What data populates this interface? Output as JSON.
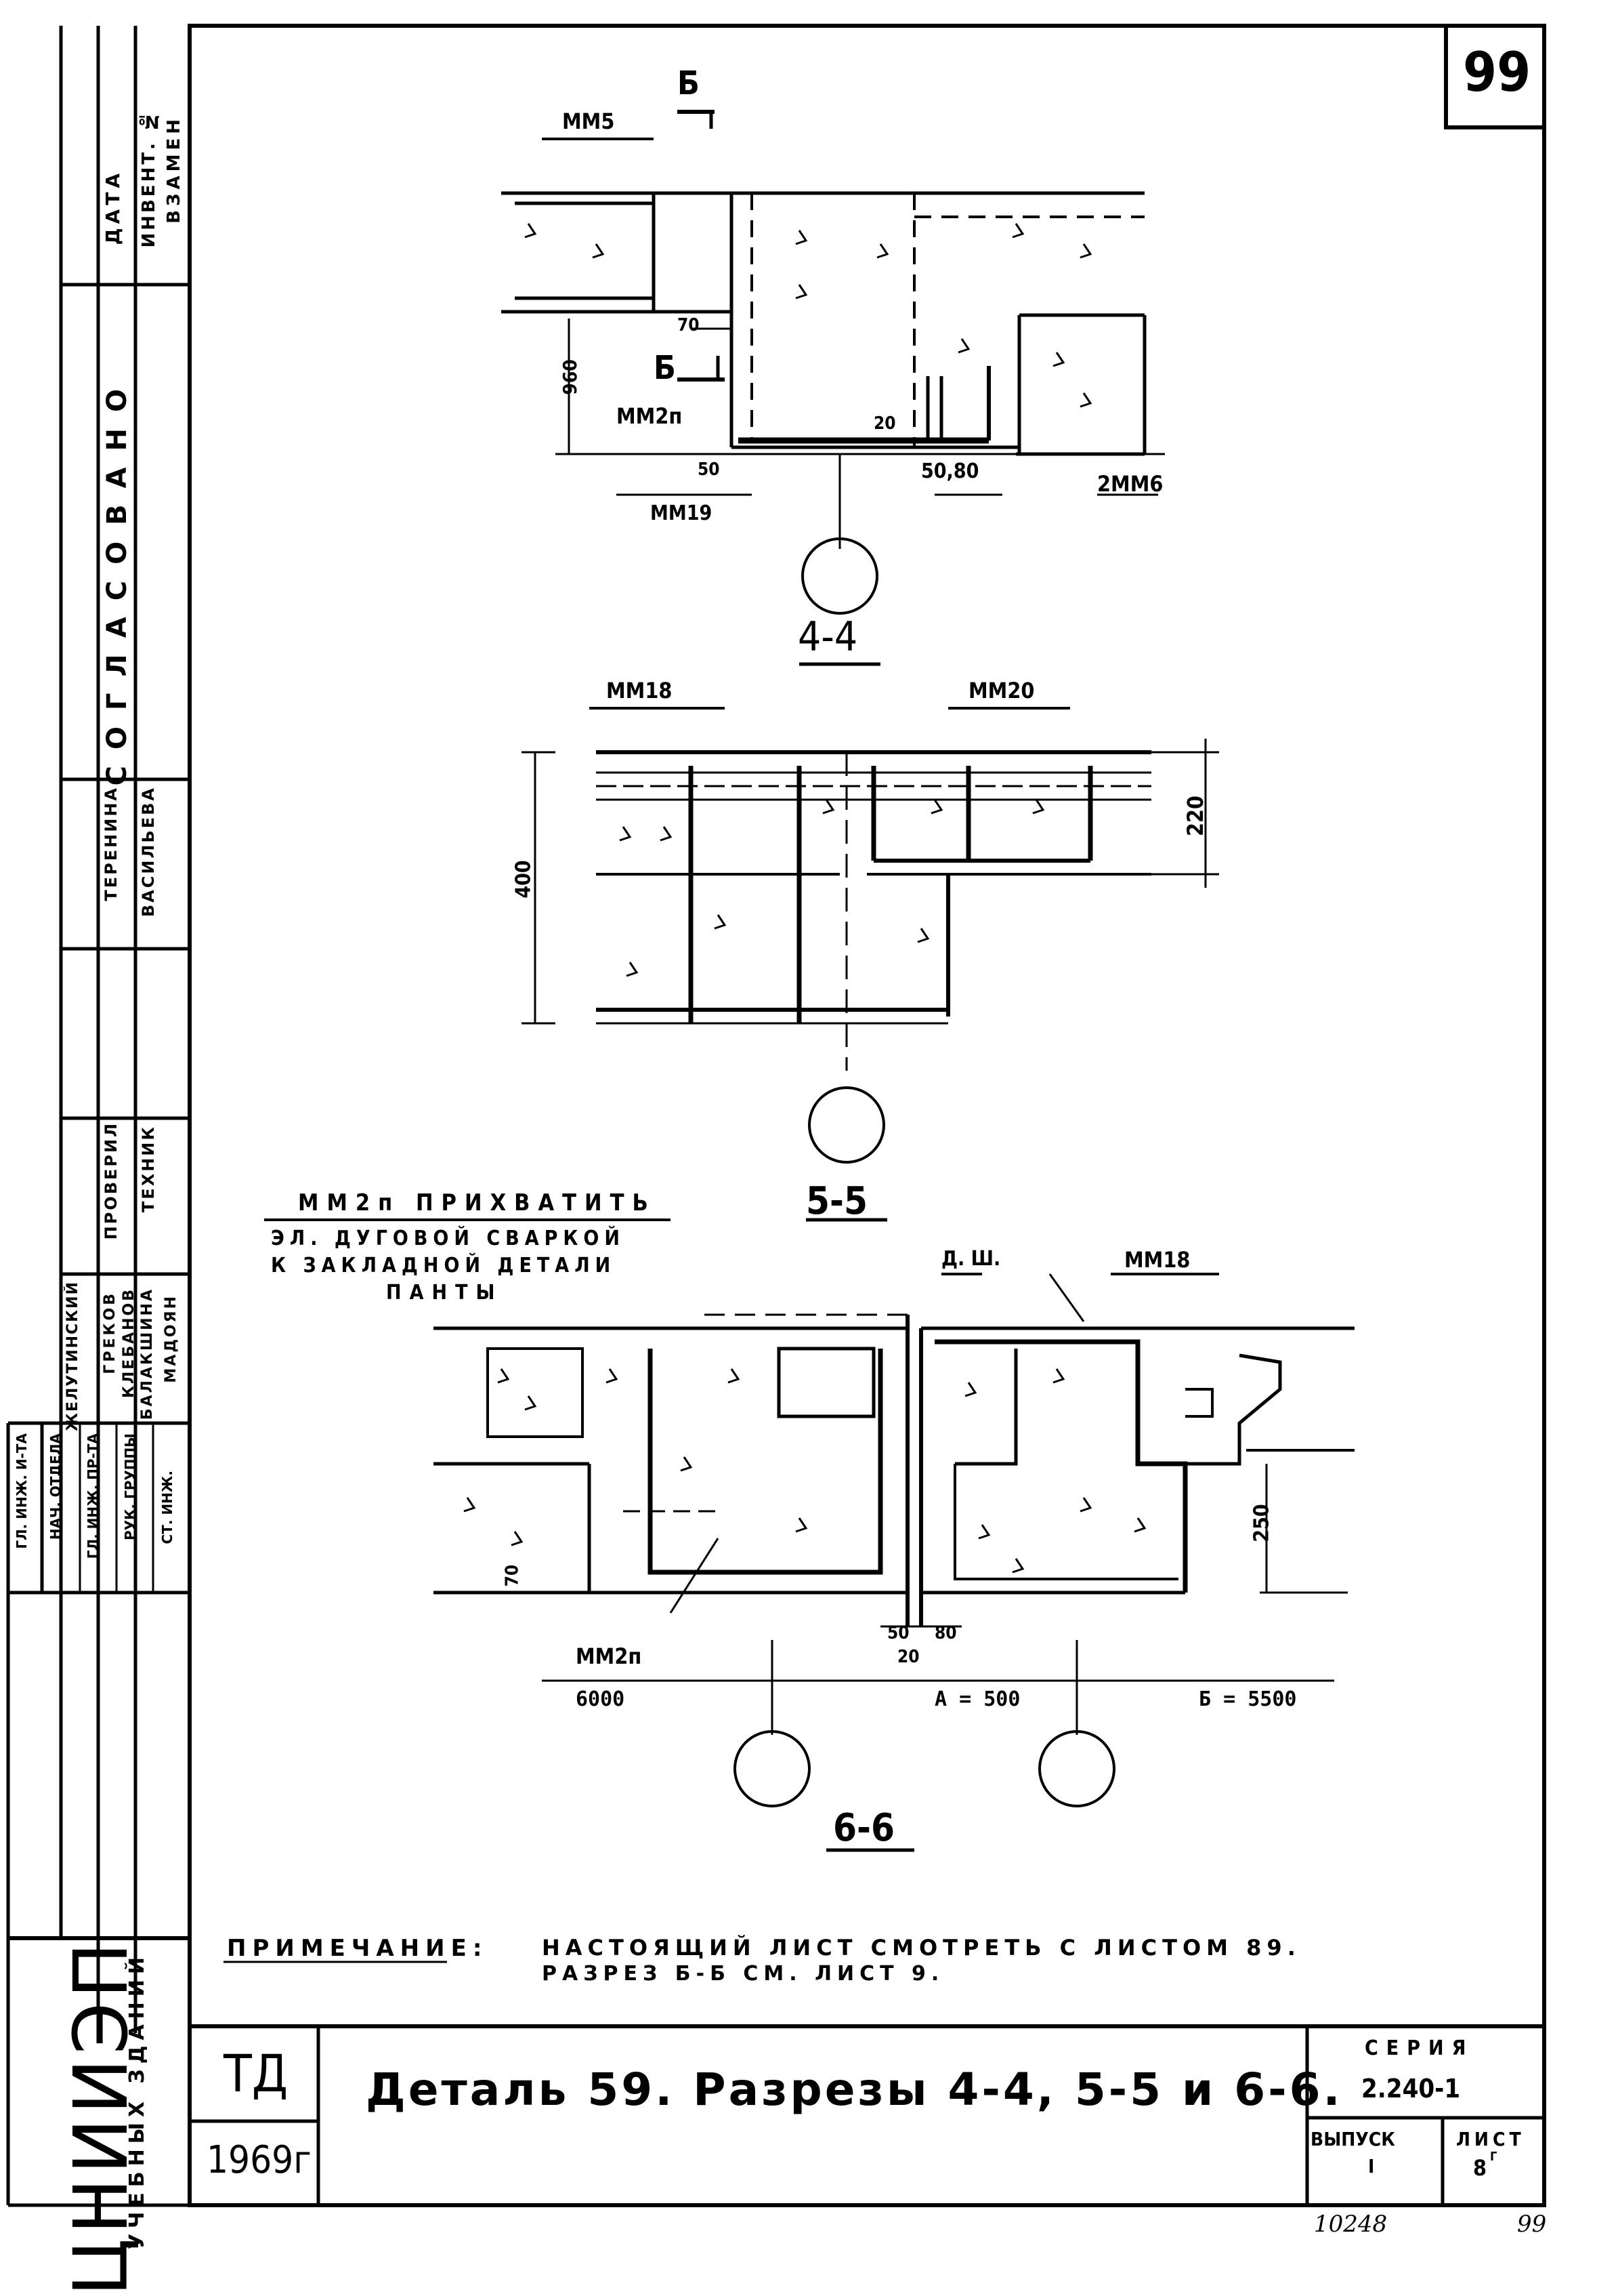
{
  "sheet_number": "99",
  "stamp": {
    "org": "ЦНИИЭП",
    "org_sub": "УЧЕБНЫХ ЗДАНИЙ",
    "code": "ТД",
    "year": "1969г",
    "title": "Деталь 59. Разрезы 4-4, 5-5 и 6-6.",
    "series_label": "СЕРИЯ",
    "series_value": "2.240-1",
    "issue_label": "ВЫПУСК",
    "issue_value": "I",
    "sheet_label": "ЛИСТ",
    "sheet_value": "8",
    "sheet_suffix": "Г"
  },
  "left_strip": {
    "cols": [
      {
        "label": "ДАТА"
      },
      {
        "label": "ИНВЕНТ. №"
      },
      {
        "label": "ВЗАМЕН"
      }
    ],
    "agreed": "СОГЛАСОВАНО",
    "names_top": [
      "ТЕРЕНИНА",
      "ВАСИЛЬЕВА"
    ],
    "roles": [
      "ПРОВЕРИЛ",
      "ТЕХНИК"
    ],
    "staff": [
      "ЖЕЛУТИНСКИЙ",
      "ГРЕКОВ",
      "КЛЕБАНОВ",
      "БАЛАКШИНА",
      "МАДОЯН"
    ],
    "positions": [
      "ГЛ. ИНЖ. И-ТА",
      "НАЧ. ОТДЕЛА",
      "ГЛ. ИНЖ. ПР-ТА",
      "РУК. ГРУППЫ",
      "СТ. ИНЖ."
    ]
  },
  "sections": {
    "s44": {
      "label": "4-4",
      "tags": [
        "ММ5",
        "ММ2п",
        "ММ19",
        "2ММ6"
      ],
      "cut": "Б",
      "dims": [
        "960",
        "70",
        "20",
        "50",
        "50,80"
      ]
    },
    "s55": {
      "label": "5-5",
      "tags": [
        "ММ18",
        "ММ20"
      ],
      "dims": [
        "400",
        "220"
      ]
    },
    "s66": {
      "label": "6-6",
      "note": [
        "ММ2п ПРИХВАТИТЬ",
        "ЭЛ. ДУГОВОЙ СВАРКОЙ",
        "К ЗАКЛАДНОЙ ДЕТАЛИ",
        "ПАНТЫ"
      ],
      "tags": [
        "Д. Ш.",
        "ММ18",
        "ММ2п"
      ],
      "dims": [
        "250",
        "70",
        "50",
        "80",
        "20"
      ],
      "axes": [
        "6000",
        "А = 500",
        "Б = 5500"
      ]
    }
  },
  "note": {
    "label": "ПРИМЕЧАНИЕ:",
    "line1": "НАСТОЯЩИЙ ЛИСТ СМОТРЕТЬ С ЛИСТОМ 89.",
    "line2": "РАЗРЕЗ Б-Б СМ. ЛИСТ 9."
  },
  "footer": {
    "left": "10248",
    "right": "99"
  }
}
